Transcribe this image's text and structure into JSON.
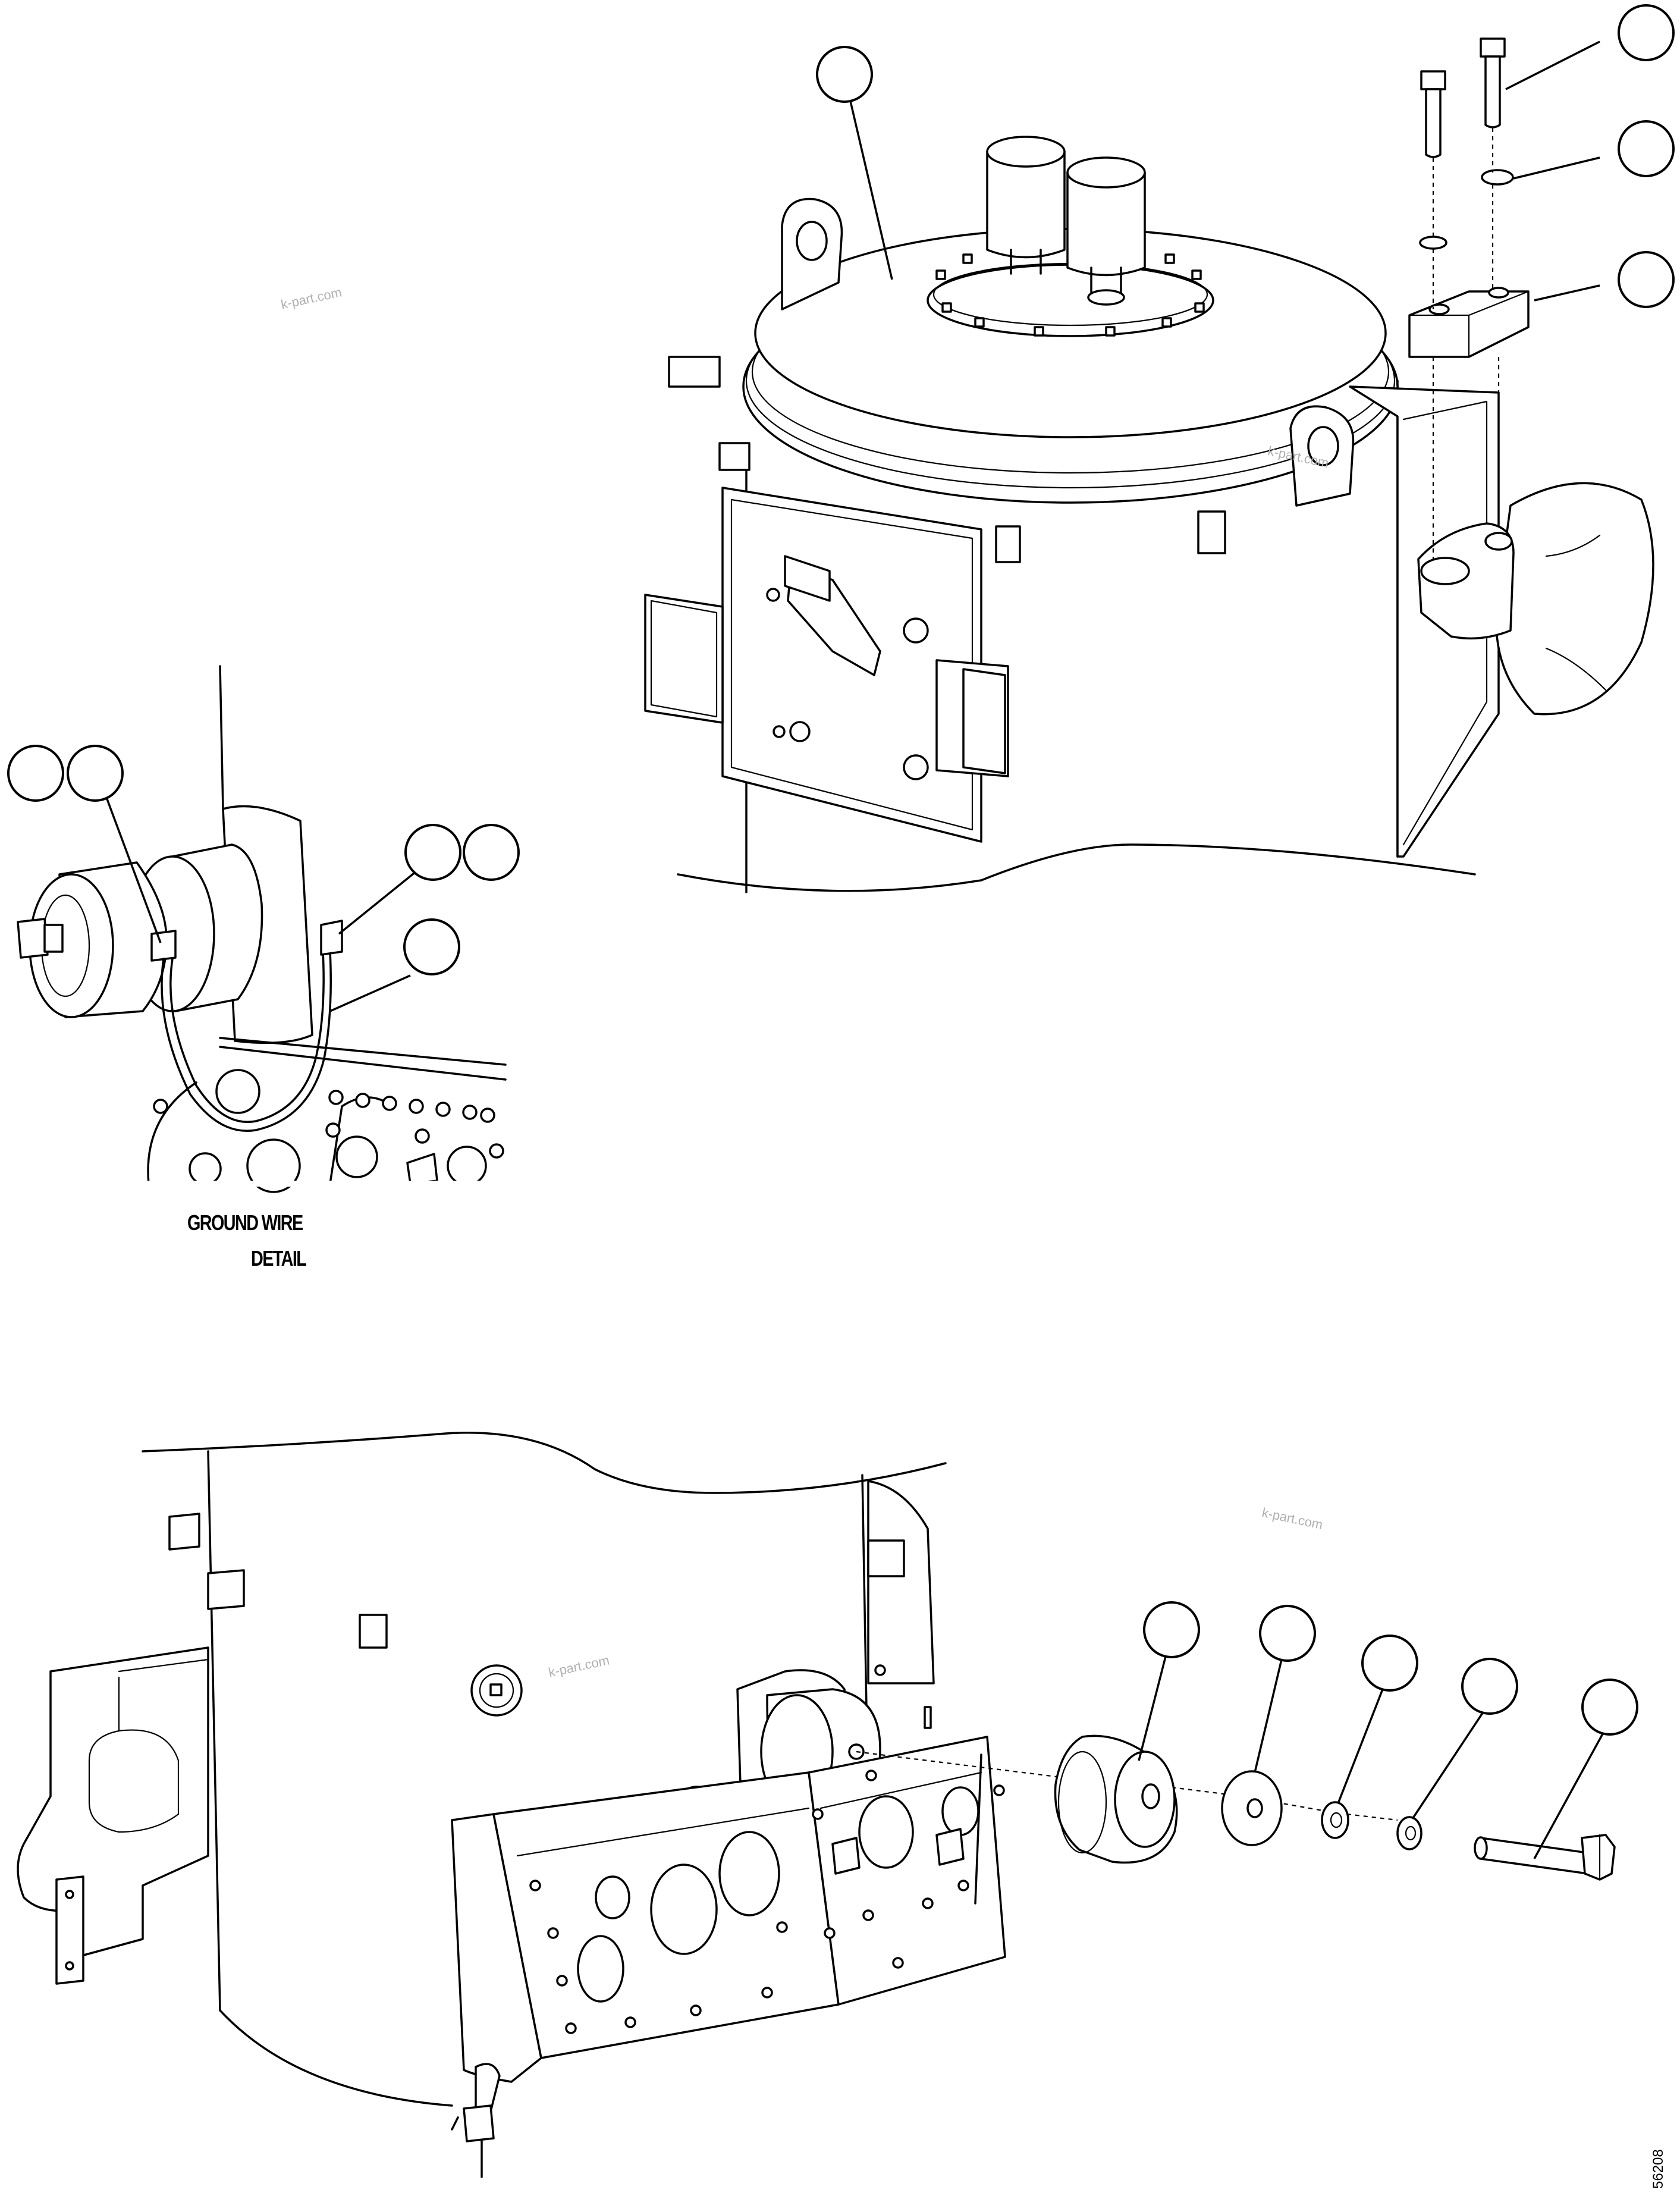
{
  "detail": {
    "caption_line1": "GROUND WIRE",
    "caption_line2": "DETAIL"
  },
  "watermark": "k-part.com",
  "figure_number": "56208"
}
